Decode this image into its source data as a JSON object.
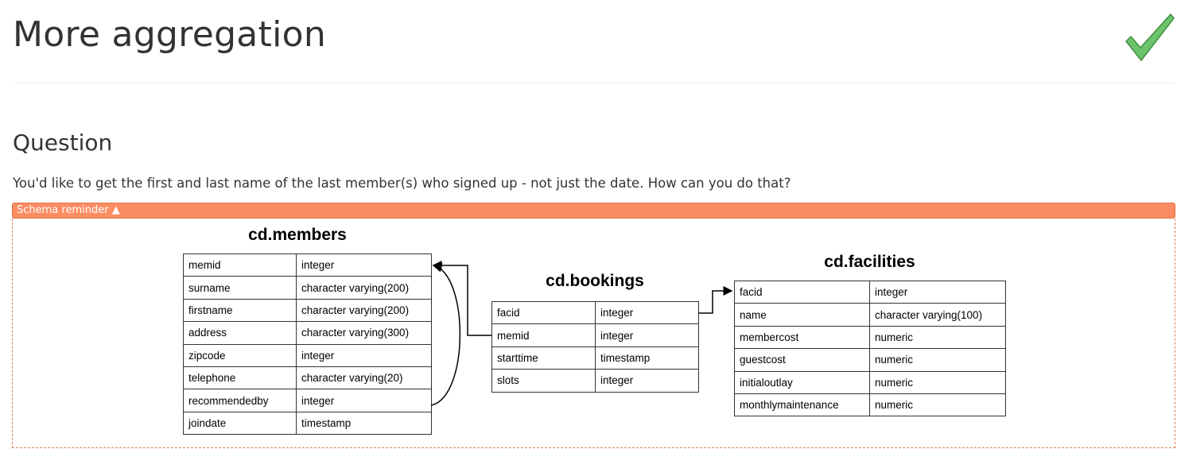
{
  "header": {
    "title": "More aggregation",
    "status_icon": "checkmark-icon",
    "status_color": "#5cb85c"
  },
  "question": {
    "heading": "Question",
    "text": "You'd like to get the first and last name of the last member(s) who signed up - not just the date. How can you do that?"
  },
  "schema": {
    "toggle_label": "Schema reminder ▲",
    "toggle_color": "#fc8d62",
    "tables": {
      "members": {
        "name": "cd.members",
        "columns": [
          [
            "memid",
            "integer"
          ],
          [
            "surname",
            "character varying(200)"
          ],
          [
            "firstname",
            "character varying(200)"
          ],
          [
            "address",
            "character varying(300)"
          ],
          [
            "zipcode",
            "integer"
          ],
          [
            "telephone",
            "character varying(20)"
          ],
          [
            "recommendedby",
            "integer"
          ],
          [
            "joindate",
            "timestamp"
          ]
        ]
      },
      "bookings": {
        "name": "cd.bookings",
        "columns": [
          [
            "facid",
            "integer"
          ],
          [
            "memid",
            "integer"
          ],
          [
            "starttime",
            "timestamp"
          ],
          [
            "slots",
            "integer"
          ]
        ]
      },
      "facilities": {
        "name": "cd.facilities",
        "columns": [
          [
            "facid",
            "integer"
          ],
          [
            "name",
            "character varying(100)"
          ],
          [
            "membercost",
            "numeric"
          ],
          [
            "guestcost",
            "numeric"
          ],
          [
            "initialoutlay",
            "numeric"
          ],
          [
            "monthlymaintenance",
            "numeric"
          ]
        ]
      }
    }
  }
}
